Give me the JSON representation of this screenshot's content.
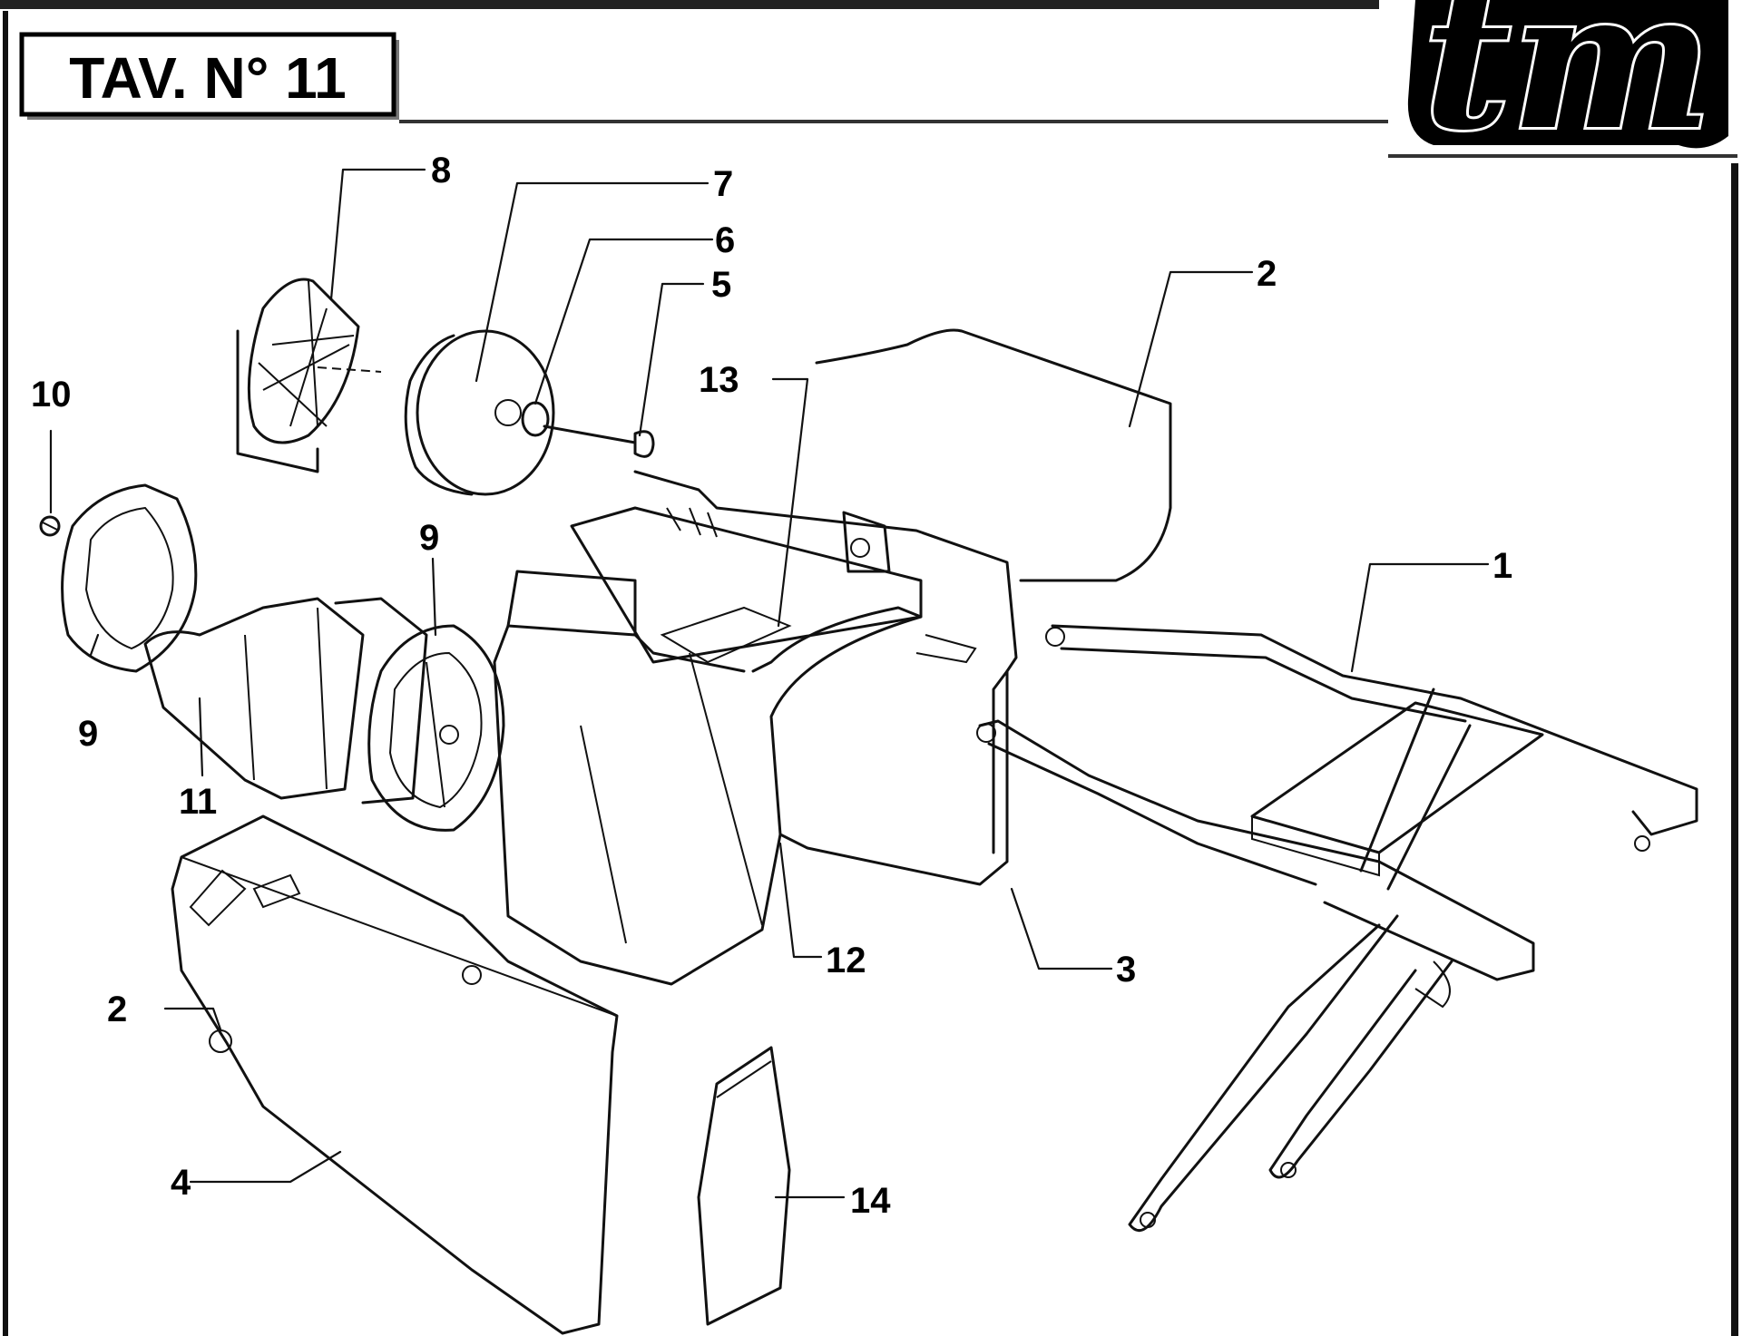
{
  "title": "TAV. N° 11",
  "logo": "tm",
  "callouts": [
    {
      "id": "c1",
      "label": "1"
    },
    {
      "id": "c2a",
      "label": "2"
    },
    {
      "id": "c2b",
      "label": "2"
    },
    {
      "id": "c3",
      "label": "3"
    },
    {
      "id": "c4",
      "label": "4"
    },
    {
      "id": "c5",
      "label": "5"
    },
    {
      "id": "c6",
      "label": "6"
    },
    {
      "id": "c7",
      "label": "7"
    },
    {
      "id": "c8",
      "label": "8"
    },
    {
      "id": "c9a",
      "label": "9"
    },
    {
      "id": "c9b",
      "label": "9"
    },
    {
      "id": "c10",
      "label": "10"
    },
    {
      "id": "c11",
      "label": "11"
    },
    {
      "id": "c12",
      "label": "12"
    },
    {
      "id": "c13",
      "label": "13"
    },
    {
      "id": "c14",
      "label": "14"
    }
  ]
}
